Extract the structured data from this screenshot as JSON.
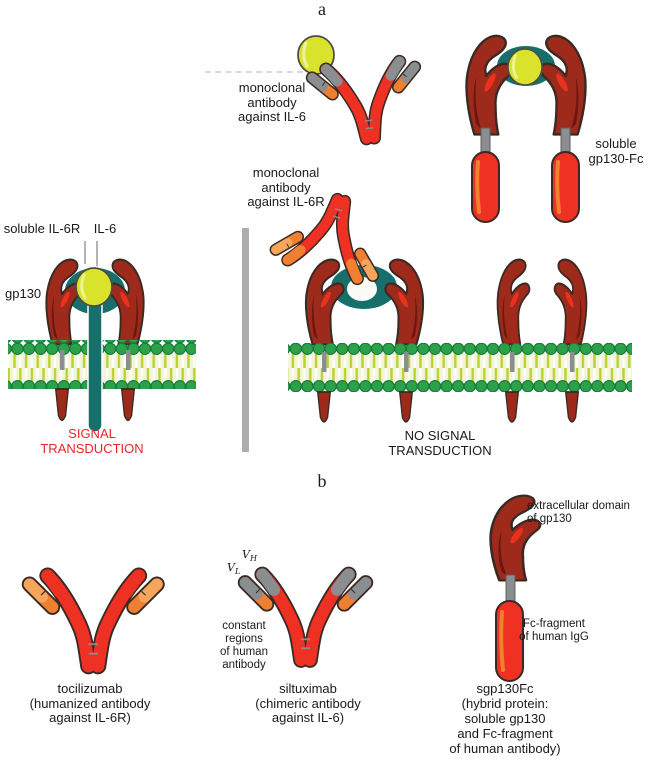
{
  "panel_a": {
    "label": "a",
    "mab_il6": "monoclonal\nantibody\nagainst IL-6",
    "soluble_gp130fc": "soluble\ngp130-Fc",
    "mab_il6r": "monoclonal\nantibody\nagainst IL-6R",
    "soluble_il6r": "soluble IL-6R",
    "il6": "IL-6",
    "gp130": "gp130",
    "signal": "SIGNAL\nTRANSDUCTION",
    "no_signal": "NO SIGNAL\nTRANSDUCTION"
  },
  "panel_b": {
    "label": "b",
    "tocilizumab": "tocilizumab\n(humanized antibody\nagainst IL-6R)",
    "siltuximab": "siltuximab\n(chimeric antibody\nagainst IL-6)",
    "constant_regions": "constant\nregions\nof human\nantibody",
    "vh_main": "V",
    "vh_sub": "H",
    "vl_main": "V",
    "vl_sub": "L",
    "extracellular_domain": "extracellular domain\nof gp130",
    "fc_fragment": "Fc-fragment\nof human IgG",
    "sgp130fc": "sgp130Fc\n(hybrid protein:\nsoluble gp130\nand Fc-fragment\nof human antibody)"
  },
  "colors": {
    "gp130_dark_red": "#9E2A1C",
    "gp130_shadow": "#6E170E",
    "antibody_red": "#EE3123",
    "light_chain_orange": "#EF8032",
    "light_chain_pale_orange": "#F6A55C",
    "variable_region_gray": "#8B8E90",
    "il6r_teal": "#176F6C",
    "il6_yellow": "#D9E32B",
    "membrane_green": "#2BA24A",
    "membrane_tail_yellow": "#BBD12E",
    "signal_text_red": "#E8262A",
    "divider_gray": "#ABADAF",
    "outline_dark": "#3A2A23"
  }
}
